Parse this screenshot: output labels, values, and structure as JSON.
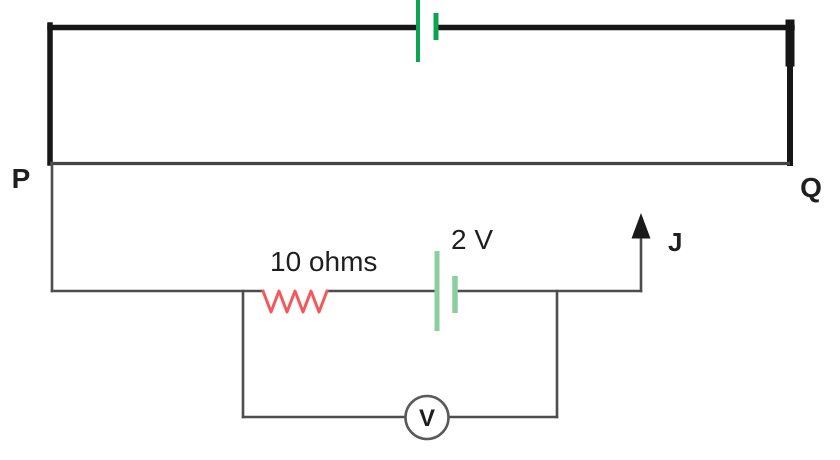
{
  "diagram": {
    "kind": "potentiometer-circuit",
    "labels": {
      "left_terminal": "P",
      "right_terminal": "Q",
      "jockey": "J",
      "voltmeter": "V",
      "resistor_value": "10 ohms",
      "cell_voltage": "2 V"
    },
    "colors": {
      "thick_wire": "#161616",
      "thin_wire": "#4d4d4d",
      "pq_wire": "#454545",
      "driver_cell_green": "#0aa550",
      "secondary_cell_green": "#8bcfa0",
      "resistor_red": "#f4585a",
      "meter_outline": "#5a5a5a",
      "arrow_black": "#1a1a1a",
      "label_text": "#1f1f1f",
      "background": "#ffffff"
    }
  }
}
